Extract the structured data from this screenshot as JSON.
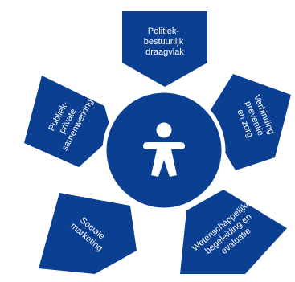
{
  "colors": {
    "primary": "#0b3f91",
    "text": "#ffffff",
    "background": "#ffffff"
  },
  "center": {
    "icon": "person-icon"
  },
  "pillars": [
    {
      "id": "political",
      "lines": [
        "Politiek-",
        "bestuurlijk",
        "draagvlak"
      ]
    },
    {
      "id": "prevention",
      "lines": [
        "Verbinding",
        "preventie",
        "en zorg"
      ]
    },
    {
      "id": "science",
      "lines": [
        "Wetenschappelijke",
        "begeleiding en",
        "evaluatie"
      ]
    },
    {
      "id": "marketing",
      "lines": [
        "Sociale",
        "marketing"
      ]
    },
    {
      "id": "ppp",
      "lines": [
        "Publiek-",
        "private",
        "samenwerking"
      ]
    }
  ]
}
